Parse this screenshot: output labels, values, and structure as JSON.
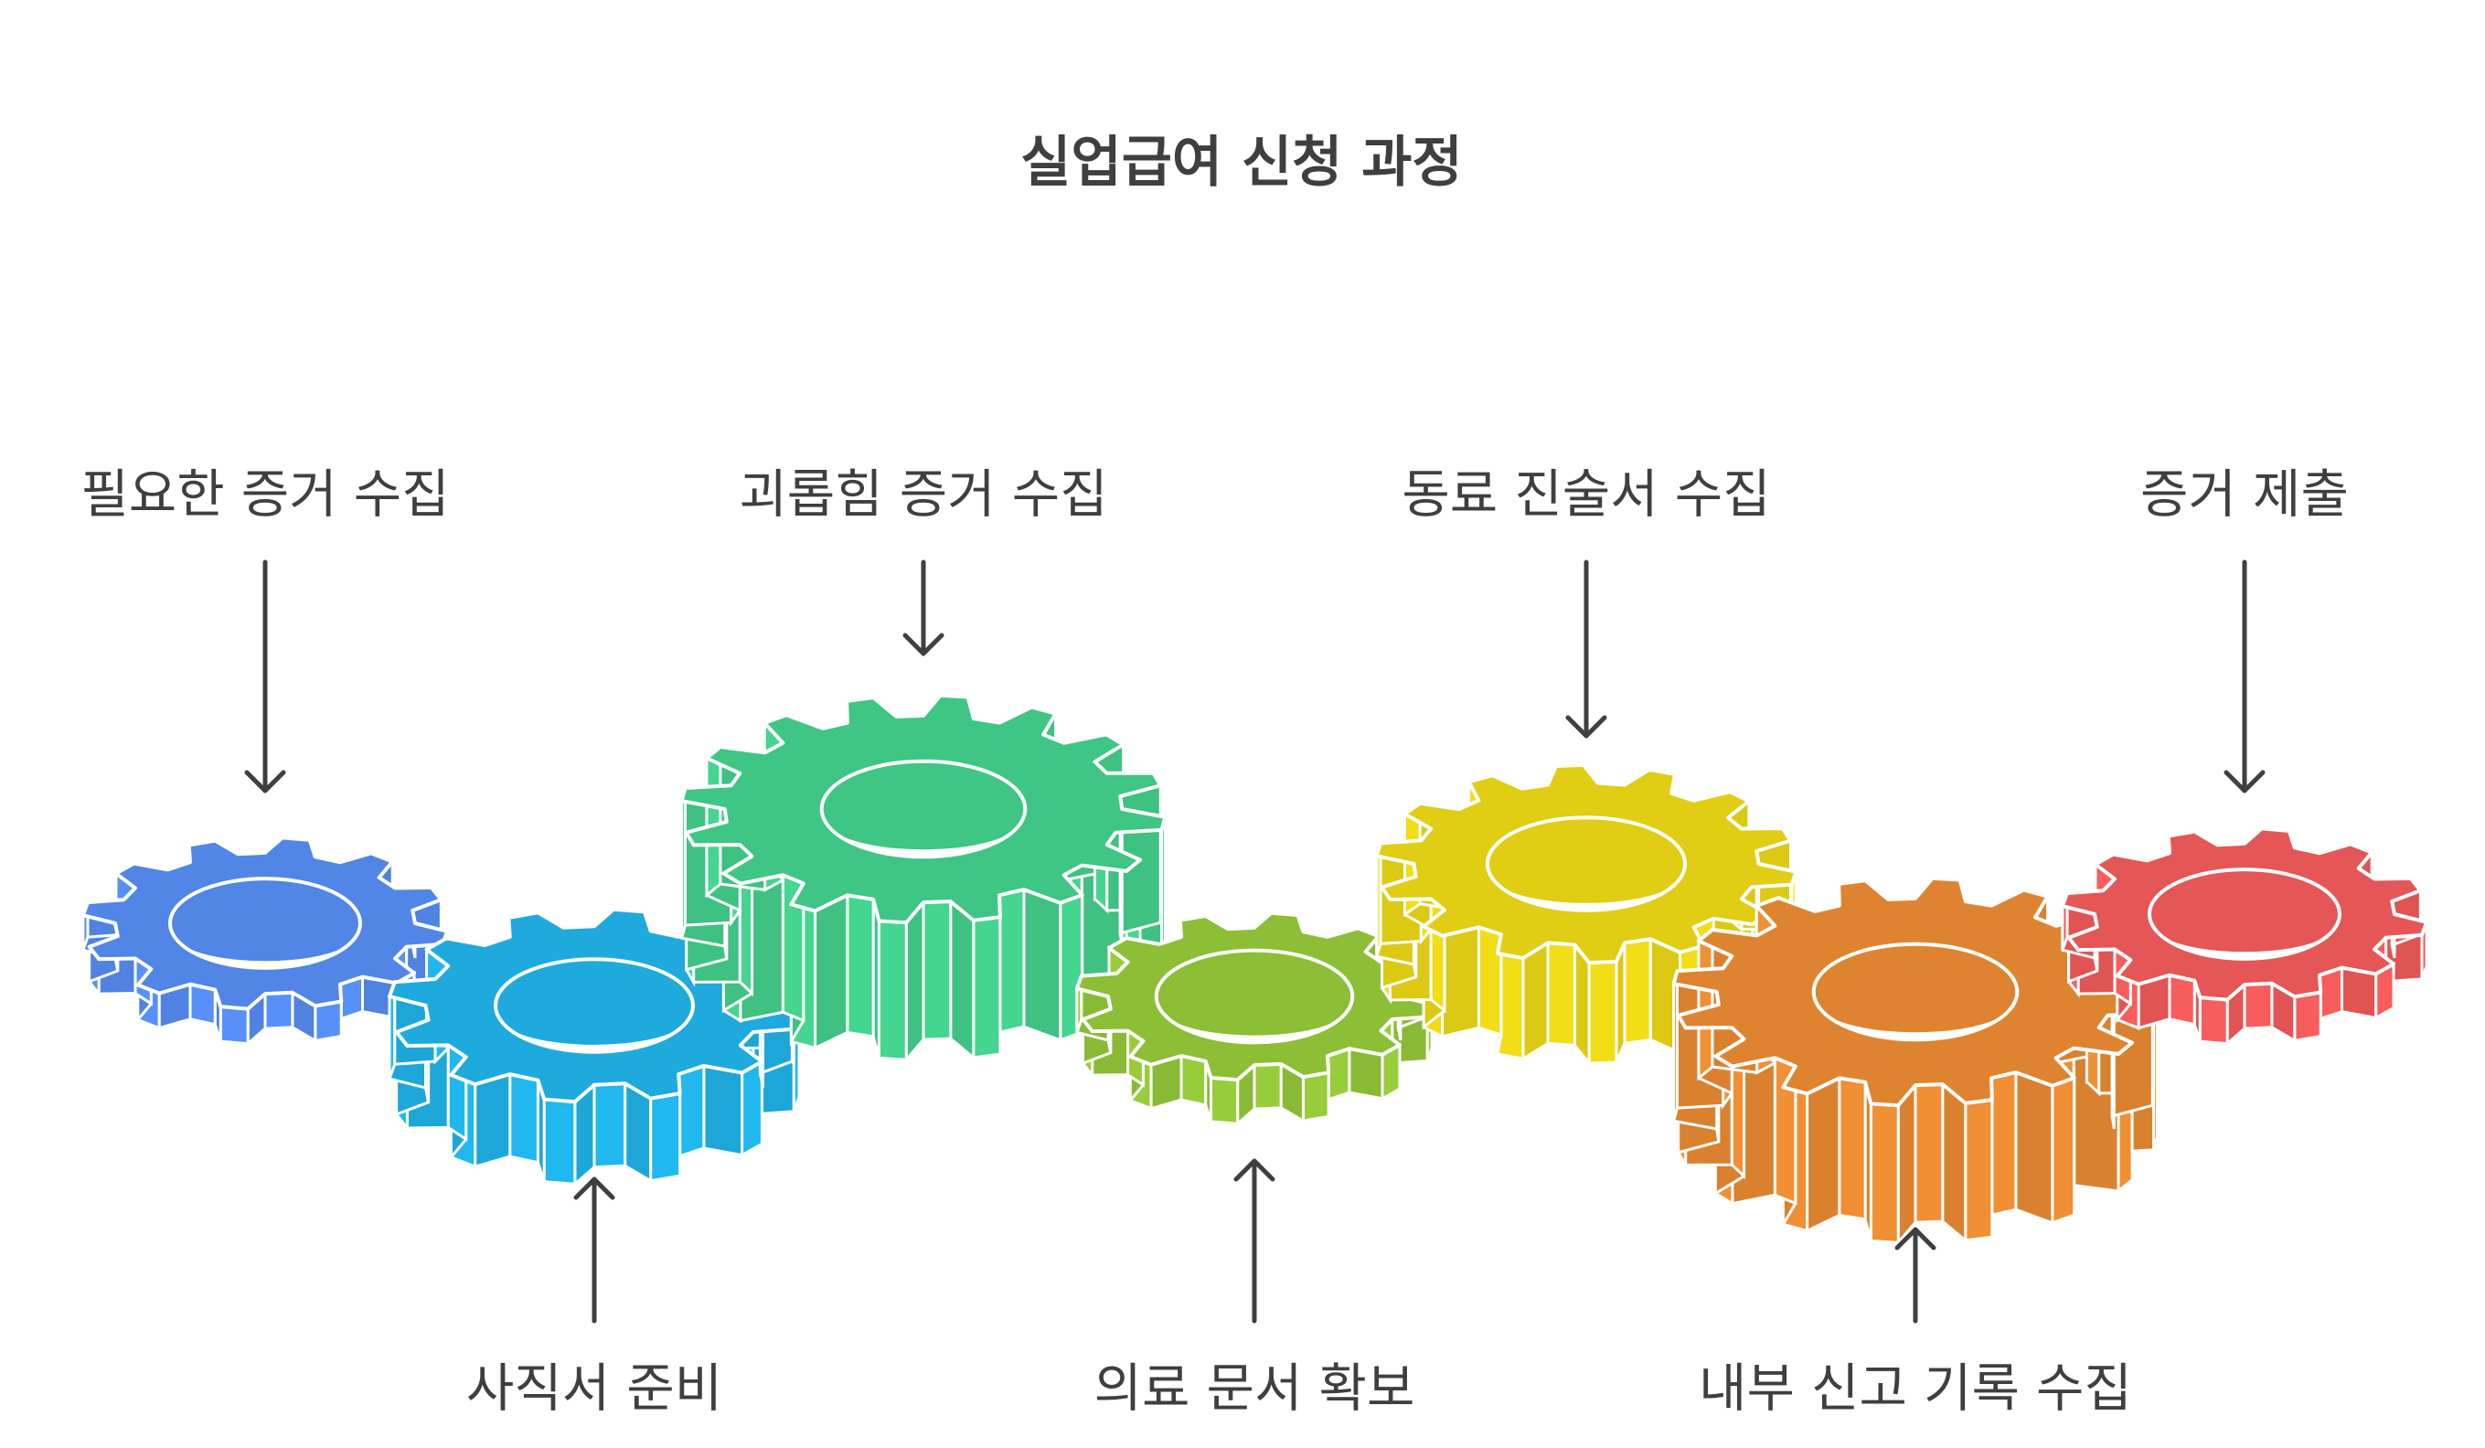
{
  "title": "실업급여 신청 과정",
  "steps": [
    {
      "label": "필요한 증거 수집",
      "color": "#5185e6",
      "position": "top"
    },
    {
      "label": "사직서 준비",
      "color": "#1eaadc",
      "position": "bottom"
    },
    {
      "label": "괴롭힘 증거 수집",
      "color": "#3fc584",
      "position": "top"
    },
    {
      "label": "의료 문서 확보",
      "color": "#8cbe36",
      "position": "bottom"
    },
    {
      "label": "동료 진술서 수집",
      "color": "#e0cd14",
      "position": "top"
    },
    {
      "label": "내부 신고 기록 수집",
      "color": "#de8430",
      "position": "bottom"
    },
    {
      "label": "증거 제출",
      "color": "#e55656",
      "position": "top"
    }
  ],
  "icons": [
    "gear-icon",
    "arrow-down-icon",
    "arrow-up-icon"
  ]
}
